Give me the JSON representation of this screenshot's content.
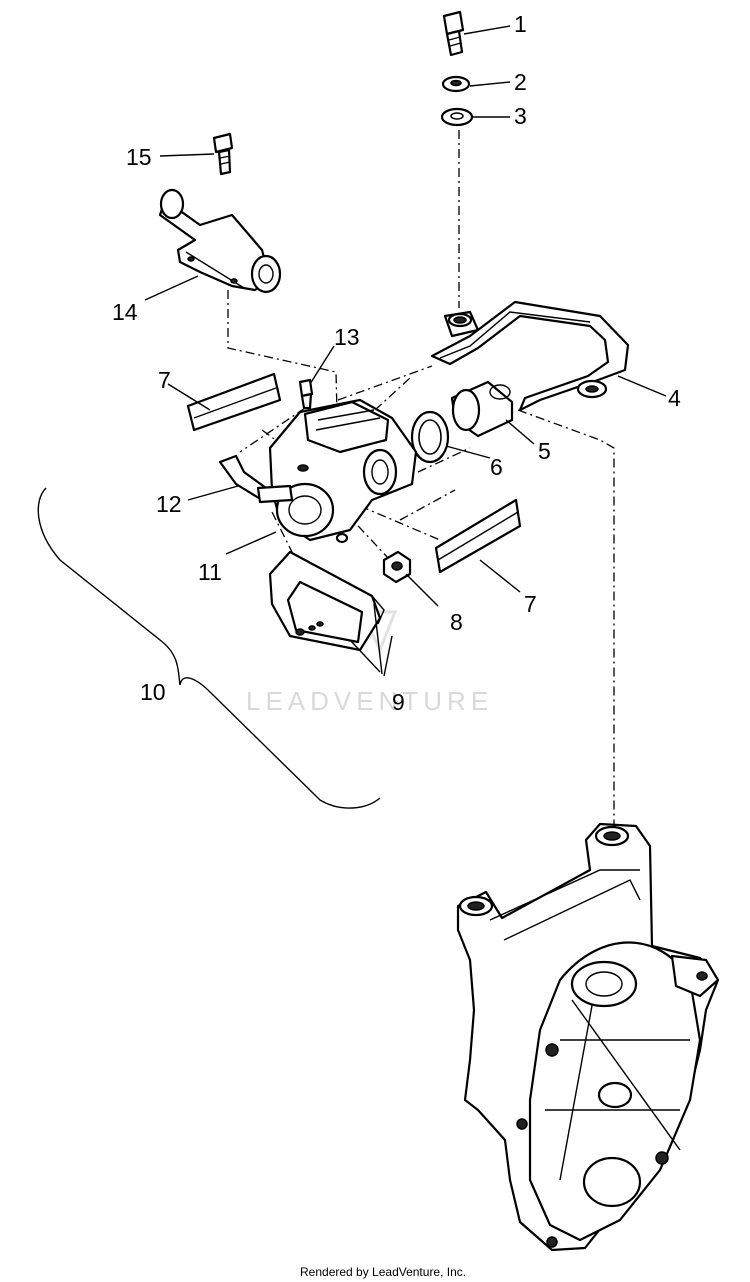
{
  "callouts": {
    "c1": "1",
    "c2": "2",
    "c3": "3",
    "c4": "4",
    "c5": "5",
    "c6": "6",
    "c7a": "7",
    "c7b": "7",
    "c8": "8",
    "c9": "9",
    "c10": "10",
    "c11": "11",
    "c12": "12",
    "c13": "13",
    "c14": "14",
    "c15": "15"
  },
  "watermark": "LEADVENTURE",
  "footer": "Rendered by LeadVenture, Inc.",
  "colors": {
    "line": "#000000",
    "background": "#ffffff",
    "watermark": "#d9d9d9"
  }
}
